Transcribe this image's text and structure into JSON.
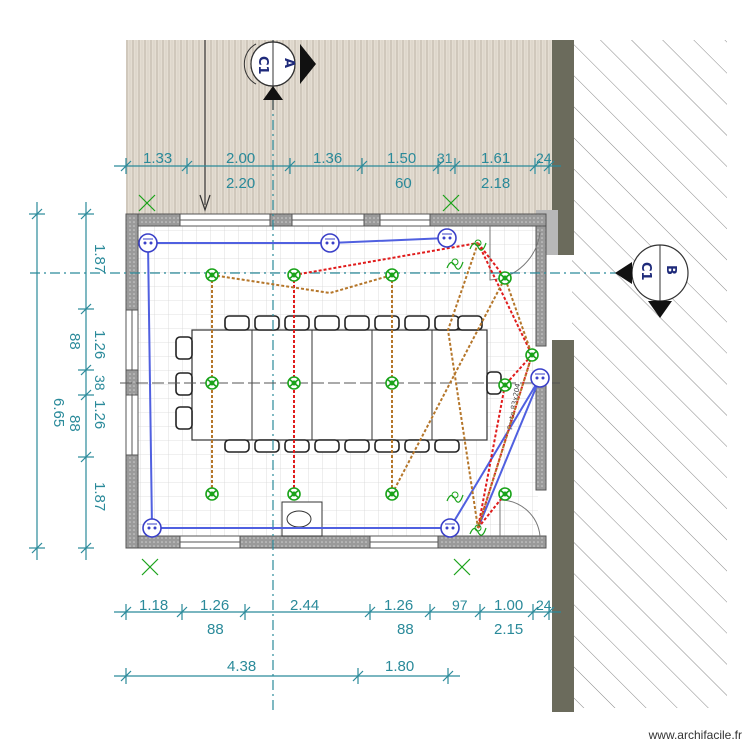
{
  "dimensions": {
    "top_row_upper": [
      "1.33",
      "2.00",
      "1.36",
      "1.50",
      "31",
      "1.61",
      "24"
    ],
    "top_row_lower": [
      "2.20",
      "60",
      "2.18"
    ],
    "bottom_row_upper": [
      "1.18",
      "1.26",
      "2.44",
      "1.26",
      "97",
      "1.00",
      "24"
    ],
    "bottom_row_lower": [
      "88",
      "88",
      "2.15"
    ],
    "bottom_totals": [
      "4.38",
      "1.80"
    ],
    "left_outer": "6.65",
    "left_inner": [
      "1.87",
      "1.26",
      "38",
      "1.26",
      "1.87"
    ],
    "left_mid": [
      "88",
      "88"
    ]
  },
  "sections": {
    "top_marker": {
      "letter": "A",
      "sheet": "C1"
    },
    "right_marker": {
      "letter": "B",
      "sheet": "C1"
    }
  },
  "door_label": "Porte 83x204",
  "watermark": "www.archifacile.fr",
  "colors": {
    "dimension": "#2a8a9a",
    "wiring_red": "#e01c1c",
    "wiring_brown": "#b5762a",
    "wiring_blue": "#5060e0",
    "light_green": "#1aa31a"
  }
}
